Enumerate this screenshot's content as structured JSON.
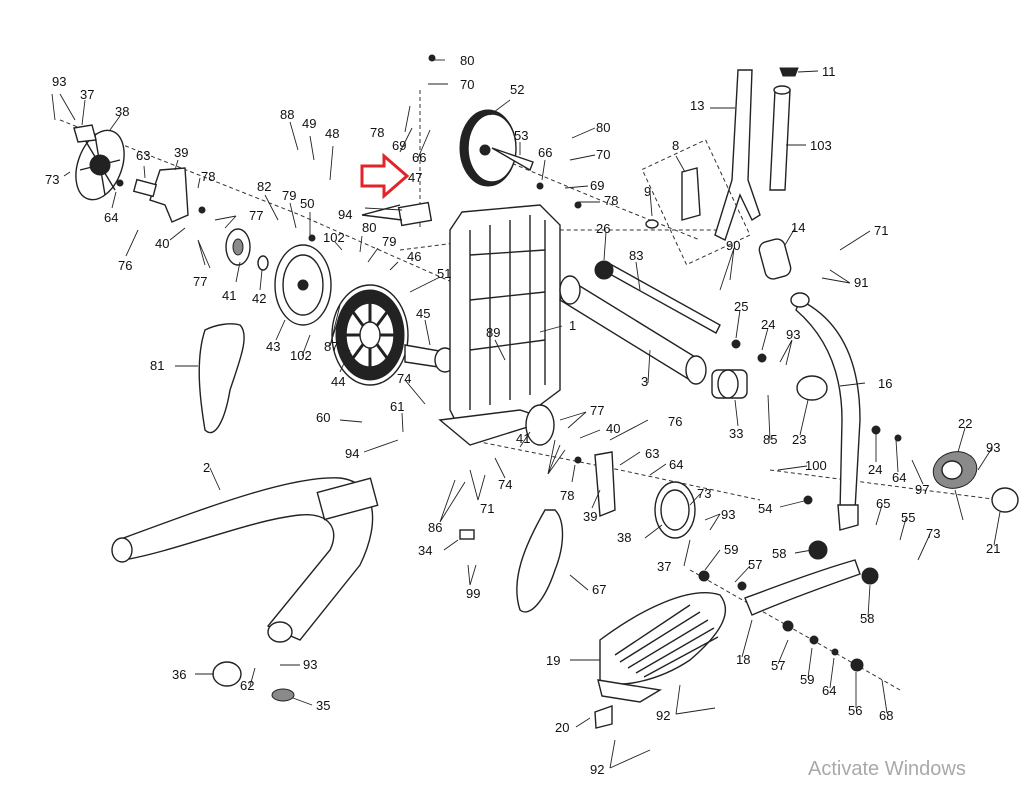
{
  "watermark": {
    "text": "Activate Windows"
  },
  "highlight": {
    "color": "#e0242a",
    "target_part": "47"
  },
  "part_labels": [
    "93",
    "37",
    "38",
    "73",
    "63",
    "39",
    "78",
    "64",
    "40",
    "76",
    "77",
    "77",
    "41",
    "42",
    "82",
    "79",
    "50",
    "88",
    "49",
    "48",
    "102",
    "80",
    "79",
    "46",
    "94",
    "47",
    "78",
    "69",
    "66",
    "80",
    "70",
    "52",
    "53",
    "66",
    "80",
    "70",
    "69",
    "78",
    "51",
    "43",
    "102",
    "87",
    "44",
    "45",
    "89",
    "1",
    "81",
    "74",
    "61",
    "60",
    "94",
    "41",
    "77",
    "40",
    "78",
    "76",
    "63",
    "64",
    "74",
    "71",
    "86",
    "34",
    "99",
    "39",
    "73",
    "93",
    "38",
    "37",
    "59",
    "57",
    "67",
    "26",
    "83",
    "90",
    "25",
    "24",
    "93",
    "3",
    "33",
    "85",
    "23",
    "16",
    "13",
    "8",
    "9",
    "11",
    "103",
    "14",
    "71",
    "91",
    "24",
    "64",
    "97",
    "22",
    "93",
    "21",
    "100",
    "54",
    "65",
    "55",
    "73",
    "58",
    "58",
    "18",
    "57",
    "59",
    "64",
    "56",
    "68",
    "19",
    "20",
    "92",
    "92",
    "36",
    "62",
    "93",
    "35",
    "2"
  ]
}
